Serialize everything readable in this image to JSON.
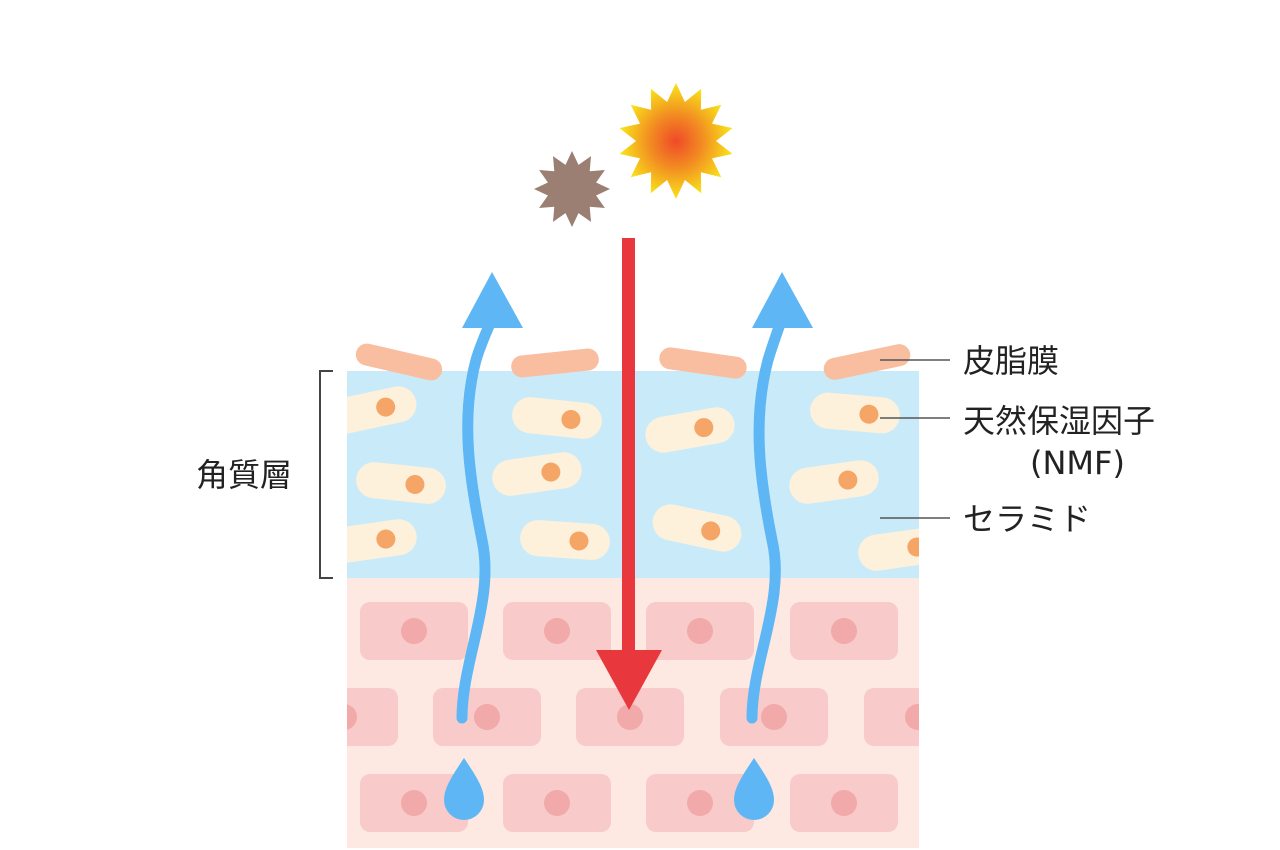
{
  "labels": {
    "stratum_corneum": "角質層",
    "sebum_film": "皮脂膜",
    "nmf_line1": "天然保湿因子",
    "nmf_line2": "(NMF)",
    "ceramide": "セラミド"
  },
  "colors": {
    "sebum": "#f9bea0",
    "horny_layer_bg": "#c9ebf9",
    "corneocyte": "#fdf1dc",
    "nmf_dot": "#f5a565",
    "epidermis_bg": "#fde9e1",
    "cell": "#f9caca",
    "cell_nucleus": "#f1a9aa",
    "moisture": "#5eb7f4",
    "uv_arrow": "#e8383d",
    "sun_outer": "#f8e41a",
    "sun_inner": "#ef5a24",
    "pollutant": "#9b7f72",
    "label_line": "#555555"
  },
  "icons": {
    "sun": "uv-sun-icon",
    "pollutant": "pollutant-particle-icon",
    "water_drop": "water-drop-icon"
  }
}
